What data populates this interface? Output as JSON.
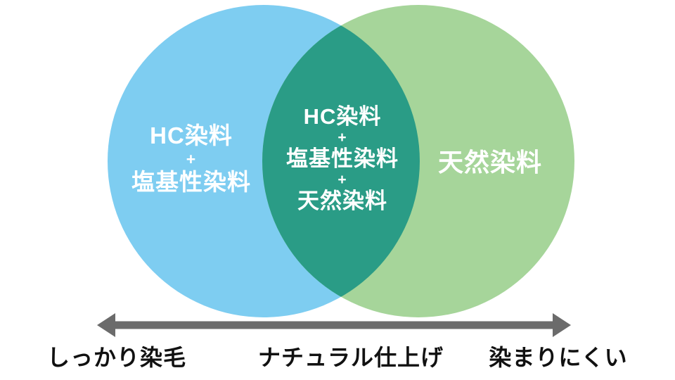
{
  "diagram": {
    "left_circle": {
      "color": "#7ECDF1",
      "label_lines": [
        "HC染料",
        "+",
        "塩基性染料"
      ]
    },
    "overlap": {
      "color": "#2A9C86",
      "label_lines": [
        "HC染料",
        "+",
        "塩基性染料",
        "+",
        "天然染料"
      ]
    },
    "right_circle": {
      "color": "#A6D59A",
      "label_lines": [
        "天然染料"
      ]
    },
    "label_text_color": "#FFFFFF"
  },
  "axis": {
    "arrow_color": "#6B6B6B",
    "left_label": "しっかり染毛",
    "center_label": "ナチュラル仕上げ",
    "right_label": "染まりにくい",
    "label_color": "#111111"
  }
}
